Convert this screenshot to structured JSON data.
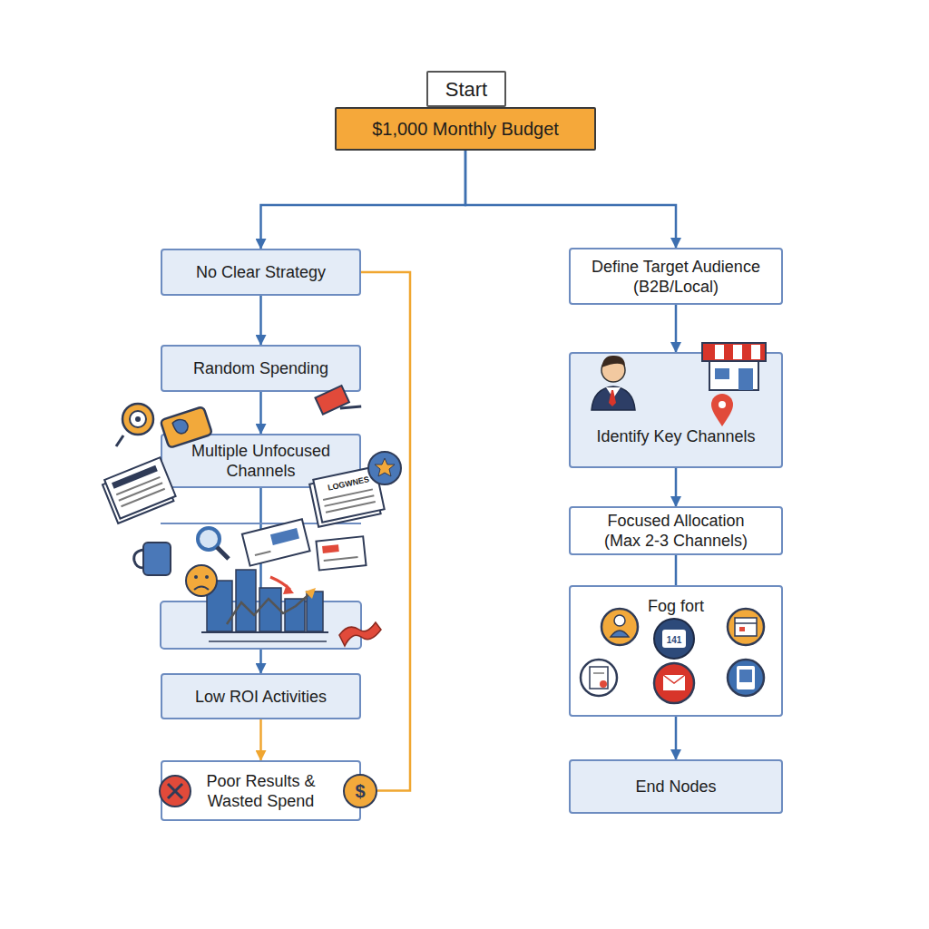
{
  "diagram": {
    "nodes": [
      {
        "text": [
          "Start"
        ]
      },
      {
        "text": [
          "$1,000 Monthly Budget"
        ]
      },
      {
        "text": [
          "No Clear Strategy"
        ]
      },
      {
        "text": [
          "Random Spending"
        ]
      },
      {
        "text": [
          "Multiple Unfocused Channels"
        ]
      },
      {
        "text": [
          "Low ROI Activities"
        ]
      },
      {
        "text": [
          "Poor Results & Wasted Spend"
        ]
      },
      {
        "text": [
          "Define Target Audience (B2B/Local)"
        ]
      },
      {
        "text": [
          "Identify Key Channels"
        ]
      },
      {
        "text": [
          "Focused Allocation (Max 2-3 Channels)"
        ]
      },
      {
        "text": [
          "Fog fort"
        ]
      },
      {
        "text": [
          "End Nodes"
        ]
      }
    ],
    "edges": [
      {
        "from": 1,
        "to": 2,
        "arrow": "to"
      },
      {
        "from": 1,
        "to": 7,
        "arrow": "to"
      },
      {
        "from": 2,
        "to": 3,
        "arrow": "to"
      },
      {
        "from": 3,
        "to": 4,
        "arrow": "to"
      },
      {
        "from": 4,
        "to": 5,
        "arrow": "to"
      },
      {
        "from": 5,
        "to": 6,
        "arrow": "to"
      },
      {
        "from": 2,
        "to": 6,
        "arrow": "none"
      },
      {
        "from": 7,
        "to": 8,
        "arrow": "to"
      },
      {
        "from": 8,
        "to": 9,
        "arrow": "to"
      },
      {
        "from": 9,
        "to": 10,
        "arrow": "none"
      },
      {
        "from": 10,
        "to": 11,
        "arrow": "to"
      }
    ],
    "labels": [
      "LOGWNES",
      "141",
      "$"
    ]
  }
}
